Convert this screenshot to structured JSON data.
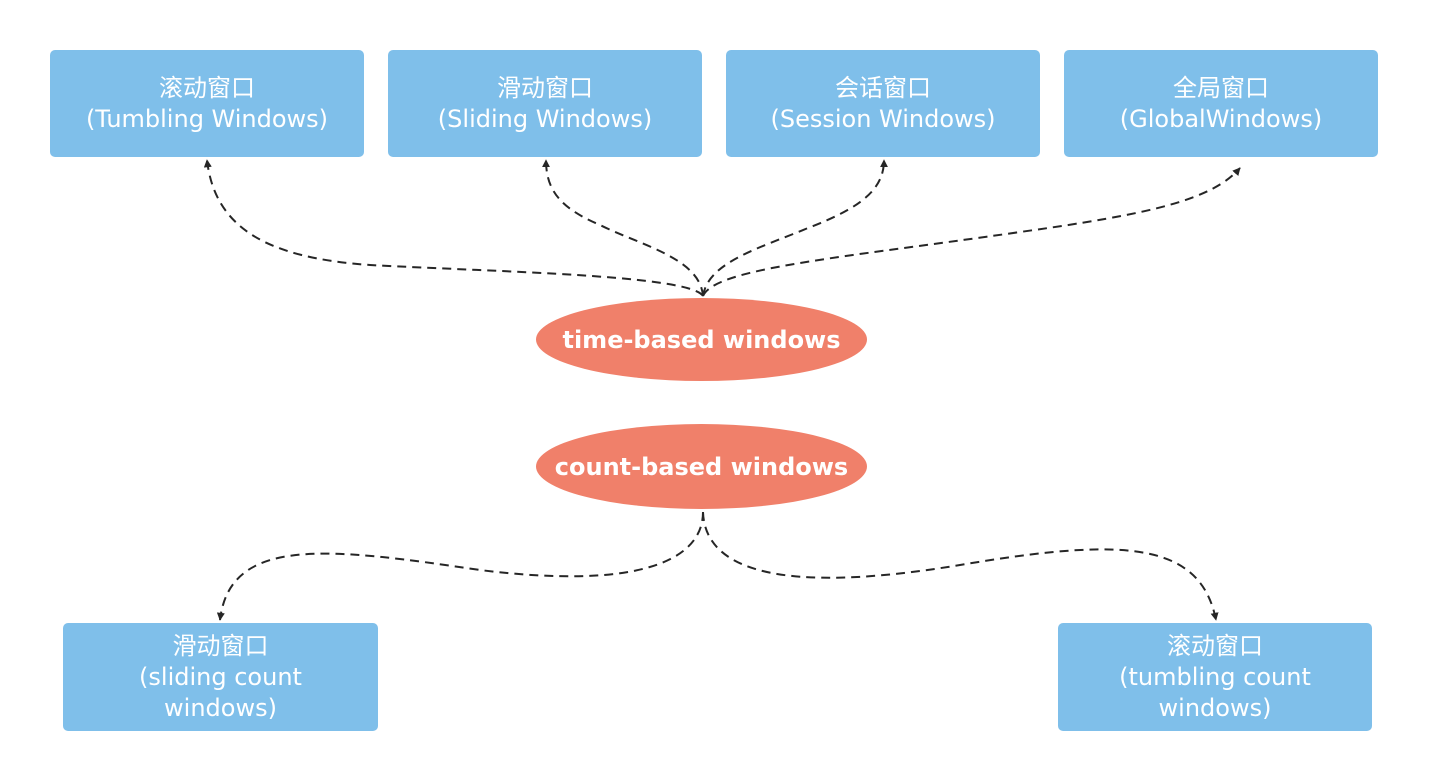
{
  "time_windows": {
    "label": "time-based windows",
    "children": [
      {
        "zh": "滚动窗口",
        "en": "(Tumbling Windows)"
      },
      {
        "zh": "滑动窗口",
        "en": "(Sliding Windows)"
      },
      {
        "zh": "会话窗口",
        "en": "(Session Windows)"
      },
      {
        "zh": "全局窗口",
        "en": "(GlobalWindows)"
      }
    ]
  },
  "count_windows": {
    "label": "count-based windows",
    "children": [
      {
        "zh": "滑动窗口",
        "en1": "(sliding count",
        "en2": "windows)"
      },
      {
        "zh": "滚动窗口",
        "en1": "(tumbling count",
        "en2": "windows)"
      }
    ]
  },
  "colors": {
    "box_fill": "#7fbfea",
    "ellipse_fill": "#f0806a",
    "connector": "#262626"
  }
}
